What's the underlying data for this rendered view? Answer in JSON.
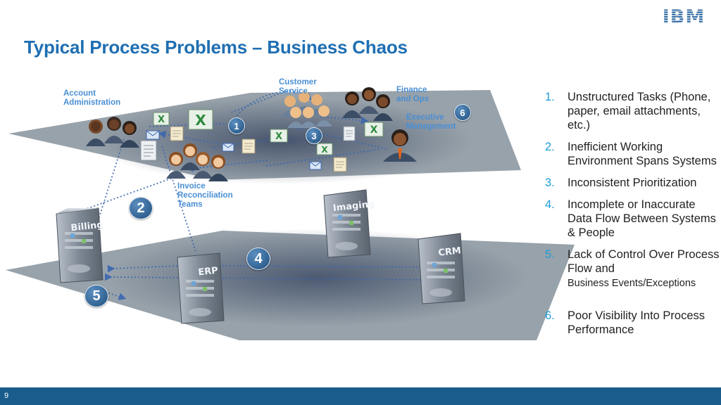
{
  "title": "Typical Process Problems – Business Chaos",
  "logo_text": "IBM",
  "labels": {
    "account_admin": "Account\nAdministration",
    "customer_service": "Customer\nService",
    "finance_ops": "Finance\nand Ops",
    "executive": "Executive\nManagement",
    "invoice": "Invoice\nReconciliation\nTeams"
  },
  "servers": {
    "billing": "Billing",
    "imaging": "Imaging",
    "erp": "ERP",
    "crm": "CRM"
  },
  "badges": [
    "1",
    "2",
    "3",
    "4",
    "5",
    "6"
  ],
  "problems": [
    {
      "num": "1.",
      "text": "Unstructured Tasks (Phone, paper, email attachments, etc.)"
    },
    {
      "num": "2.",
      "text": "Inefficient Working Environment Spans Systems"
    },
    {
      "num": "3.",
      "text": "Inconsistent Prioritization"
    },
    {
      "num": "4.",
      "text": "Incomplete or Inaccurate Data Flow Between Systems & People"
    },
    {
      "num": "5.",
      "text": "Lack of Control Over Process Flow and",
      "small": "Business Events/Exceptions"
    },
    {
      "num": "6.",
      "text": "Poor Visibility Into Process Performance"
    }
  ],
  "page_number": "9",
  "colors": {
    "title": "#1f6fb2",
    "label": "#4a8fd4",
    "footer": "#1a5c8c",
    "number": "#1f9bd6"
  }
}
